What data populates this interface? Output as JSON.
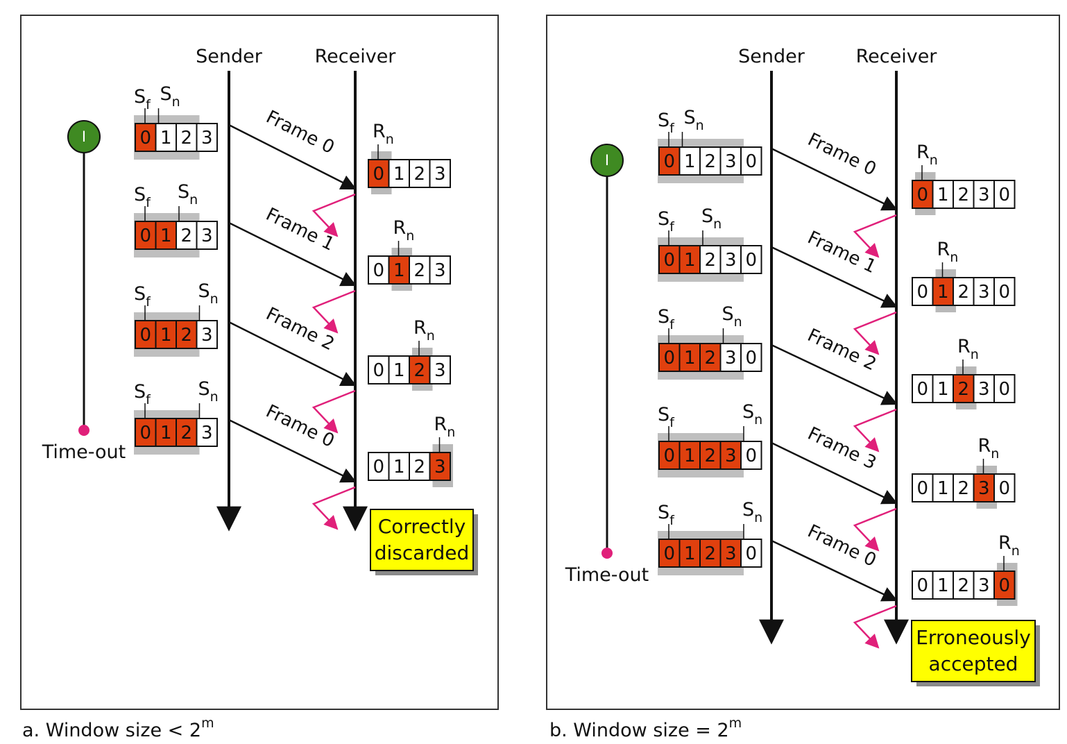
{
  "panels": [
    {
      "id": "a",
      "caption": "a. Window size < 2",
      "caption_sup": "m",
      "sender_label": "Sender",
      "receiver_label": "Receiver",
      "timer_symbol": "I",
      "timeout_label": "Time-out",
      "note": [
        "Correctly",
        "discarded"
      ],
      "note_color": "#ffff00",
      "sender_windows": [
        {
          "cells": [
            "0",
            "1",
            "2",
            "3"
          ],
          "sent": [
            0
          ]
        },
        {
          "cells": [
            "0",
            "1",
            "2",
            "3"
          ],
          "sent": [
            0,
            1
          ]
        },
        {
          "cells": [
            "0",
            "1",
            "2",
            "3"
          ],
          "sent": [
            0,
            1,
            2
          ]
        },
        {
          "cells": [
            "0",
            "1",
            "2",
            "3"
          ],
          "sent": [
            0,
            1,
            2
          ]
        }
      ],
      "frames": [
        "Frame 0",
        "Frame 1",
        "Frame 2",
        "Frame 0"
      ],
      "receiver_windows": [
        {
          "cells": [
            "0",
            "1",
            "2",
            "3"
          ],
          "rn": 0
        },
        {
          "cells": [
            "0",
            "1",
            "2",
            "3"
          ],
          "rn": 1
        },
        {
          "cells": [
            "0",
            "1",
            "2",
            "3"
          ],
          "rn": 2
        },
        {
          "cells": [
            "0",
            "1",
            "2",
            "3"
          ],
          "rn": 3
        }
      ]
    },
    {
      "id": "b",
      "caption": "b. Window size = 2",
      "caption_sup": "m",
      "sender_label": "Sender",
      "receiver_label": "Receiver",
      "timer_symbol": "I",
      "timeout_label": "Time-out",
      "note": [
        "Erroneously",
        "accepted"
      ],
      "note_color": "#ffff00",
      "sender_windows": [
        {
          "cells": [
            "0",
            "1",
            "2",
            "3",
            "0"
          ],
          "sent": [
            0
          ]
        },
        {
          "cells": [
            "0",
            "1",
            "2",
            "3",
            "0"
          ],
          "sent": [
            0,
            1
          ]
        },
        {
          "cells": [
            "0",
            "1",
            "2",
            "3",
            "0"
          ],
          "sent": [
            0,
            1,
            2
          ]
        },
        {
          "cells": [
            "0",
            "1",
            "2",
            "3",
            "0"
          ],
          "sent": [
            0,
            1,
            2,
            3
          ]
        },
        {
          "cells": [
            "0",
            "1",
            "2",
            "3",
            "0"
          ],
          "sent": [
            0,
            1,
            2,
            3
          ]
        }
      ],
      "frames": [
        "Frame 0",
        "Frame 1",
        "Frame 2",
        "Frame 3",
        "Frame 0"
      ],
      "receiver_windows": [
        {
          "cells": [
            "0",
            "1",
            "2",
            "3",
            "0"
          ],
          "rn": 0
        },
        {
          "cells": [
            "0",
            "1",
            "2",
            "3",
            "0"
          ],
          "rn": 1
        },
        {
          "cells": [
            "0",
            "1",
            "2",
            "3",
            "0"
          ],
          "rn": 2
        },
        {
          "cells": [
            "0",
            "1",
            "2",
            "3",
            "0"
          ],
          "rn": 3
        },
        {
          "cells": [
            "0",
            "1",
            "2",
            "3",
            "0"
          ],
          "rn": 4
        }
      ]
    }
  ],
  "symbols": {
    "sf_main": "S",
    "sf_sub": "f",
    "sn_main": "S",
    "sn_sub": "n",
    "rn_main": "R",
    "rn_sub": "n"
  },
  "colors": {
    "sent_cell": "#e0400e",
    "shadow": "#8a8a8a",
    "ack_arrow": "#e0207a",
    "timer_circle": "#3f8a22",
    "timeout_dot": "#e0207a"
  }
}
